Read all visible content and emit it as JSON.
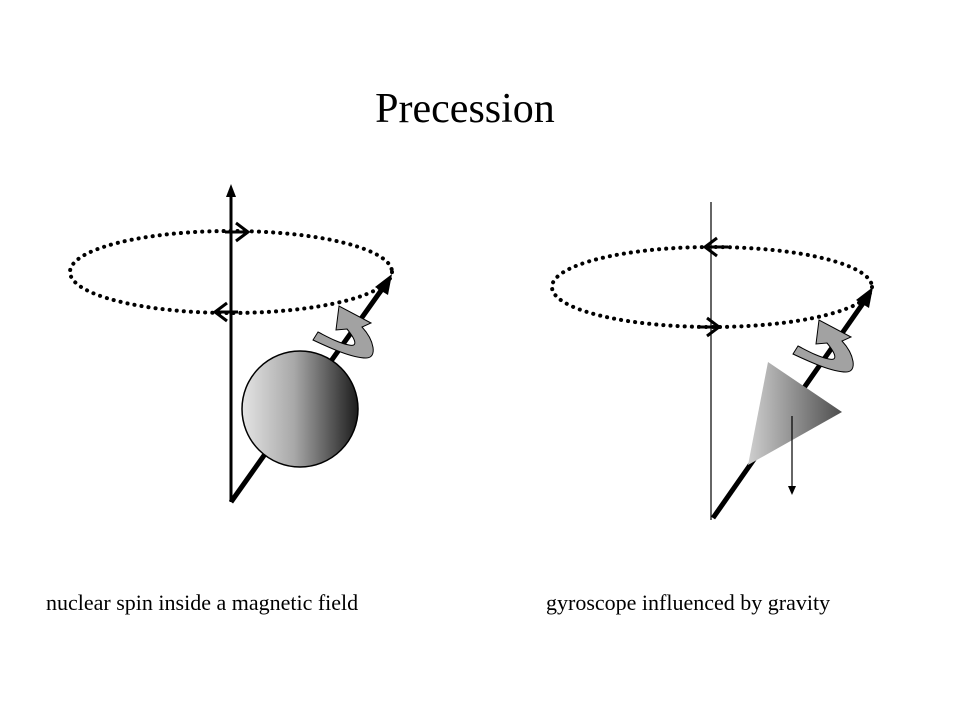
{
  "title": "Precession",
  "panels": [
    {
      "id": "nuclear-spin",
      "caption": "nuclear spin inside a magnetic field",
      "object": "sphere"
    },
    {
      "id": "gyroscope",
      "caption": "gyroscope influenced by gravity",
      "object": "cone"
    }
  ],
  "colors": {
    "stroke": "#000000",
    "curl_arrow_fill": "#a0a0a0",
    "sphere_light": "#e0e0e0",
    "sphere_dark": "#202020",
    "cone_light": "#c8c8c8",
    "cone_dark": "#5a5a5a"
  }
}
